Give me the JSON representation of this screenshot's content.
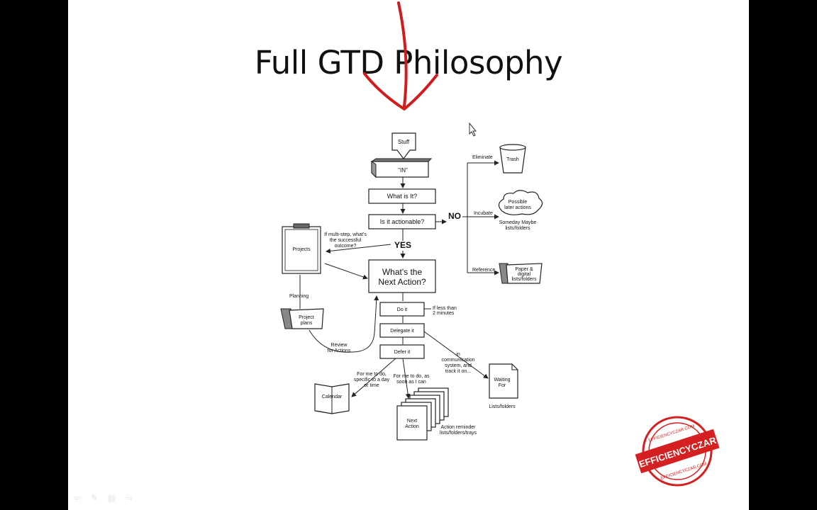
{
  "slide": {
    "title": "Full GTD Philosophy"
  },
  "diagram": {
    "stuff": "Stuff",
    "in": "\"IN\"",
    "what_is_it": "What is It?",
    "is_actionable": "Is it  actionable?",
    "no": "NO",
    "yes": "YES",
    "eliminate": "Eliminate",
    "trash": "Trash",
    "incubate": "Incubate",
    "possible_1": "Possible",
    "possible_2": "later actions",
    "someday_1": "Someday Maybe",
    "someday_2": "lists/folders",
    "reference": "Reference",
    "paper_1": "Paper &",
    "paper_2": "digital",
    "paper_3": "lists/folders",
    "multistep_1": "If multi-step, what's",
    "multistep_2": "the successful",
    "multistep_3": "outcome?",
    "projects": "Projects",
    "next_action_1": "What's the",
    "next_action_2": "Next Action?",
    "planning": "Planning",
    "project_plans_1": "Project",
    "project_plans_2": "plans",
    "review_1": "Review",
    "review_2": "for Actions",
    "do_it": "Do it",
    "two_min_1": "If less than",
    "two_min_2": "2 minutes",
    "delegate_it": "Delegate it",
    "defer_it": "Defer it",
    "comm_1": "in",
    "comm_2": "communication",
    "comm_3": "system, and",
    "comm_4": "track it on...",
    "waiting_1": "Waiting",
    "waiting_2": "For",
    "waiting_lists": "Lists/folders",
    "for_me_specific_1": "For me to do,",
    "for_me_specific_2": "specific to a day",
    "for_me_specific_3": "or time",
    "for_me_asap_1": "For me to do, as",
    "for_me_asap_2": "soon as I can",
    "calendar": "Calendar",
    "next_action_stack_1": "Next",
    "next_action_stack_2": "Action",
    "reminder_1": "Action reminder",
    "reminder_2": "lists/folders/trays"
  },
  "stamp": {
    "brand": "EFFICIENCYCZAR",
    "url": "EFFICIENCYCZAR.COM"
  },
  "controls": [
    "⇦",
    "✎",
    "▤",
    "⇨"
  ],
  "colors": {
    "annotation_red": "#d01c1c",
    "stamp_red": "#d42020"
  }
}
